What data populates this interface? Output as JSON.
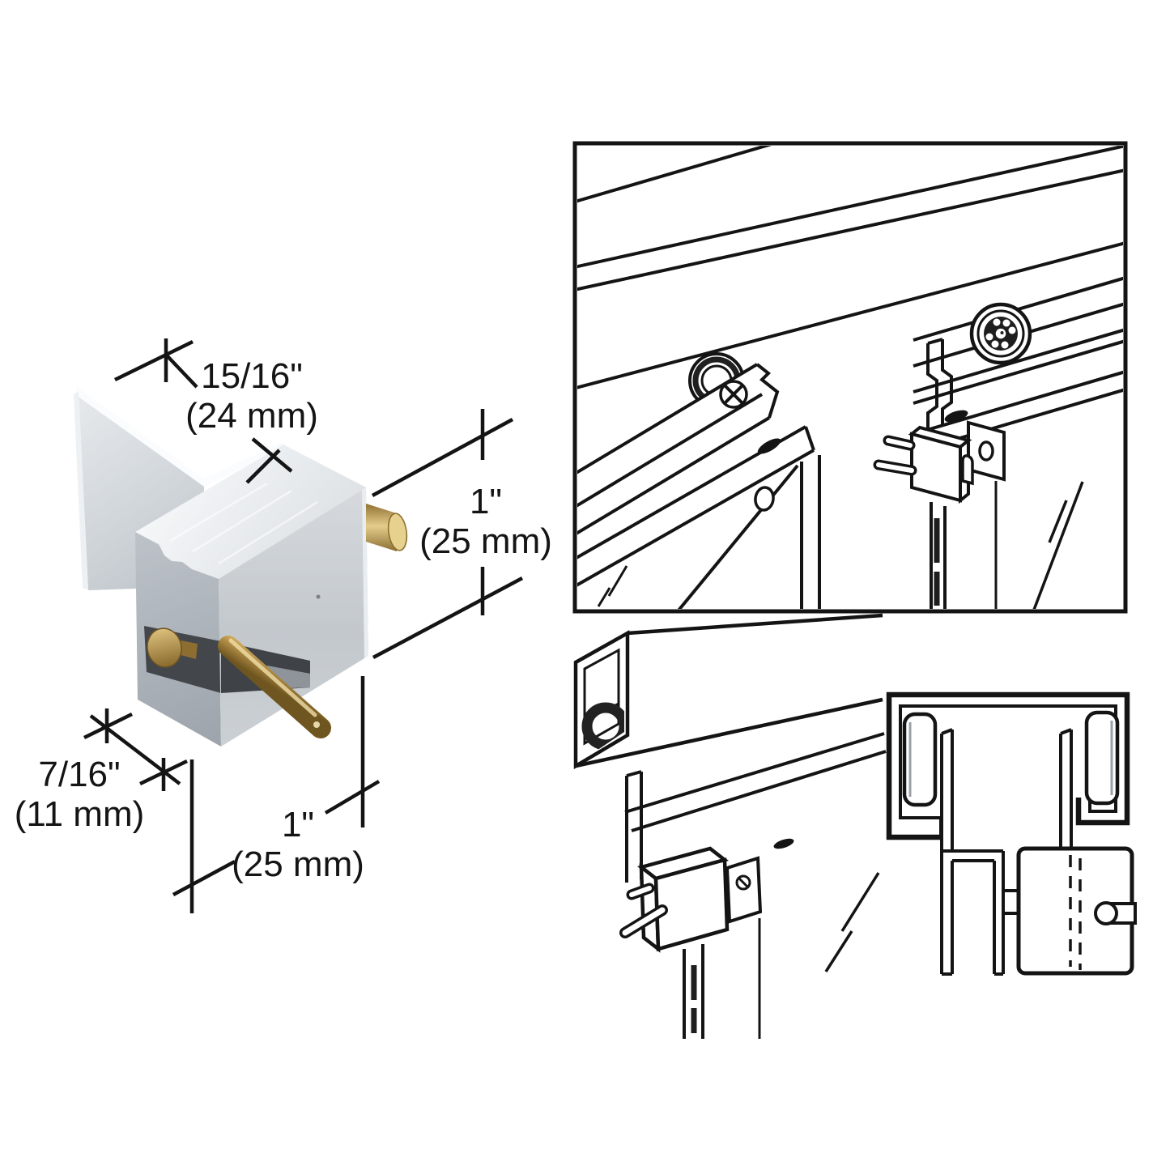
{
  "image_type": "product technical illustration",
  "colors": {
    "line": "#141414",
    "background": "#ffffff",
    "aluminum": "#c9ced3",
    "aluminum_light": "#f4f6f7",
    "aluminum_dark": "#a7adb4",
    "brass": "#b8924a",
    "brass_light": "#ecd79b",
    "brass_dark": "#7c5e26",
    "slot": "#43474c"
  },
  "product": {
    "dimensions": {
      "width": {
        "inches": "15/16\"",
        "metric": "(24 mm)"
      },
      "height": {
        "inches": "1\"",
        "metric": "(25 mm)"
      },
      "depth": {
        "inches": "7/16\"",
        "metric": "(11 mm)"
      },
      "length": {
        "inches": "1\"",
        "metric": "(25 mm)"
      }
    }
  }
}
